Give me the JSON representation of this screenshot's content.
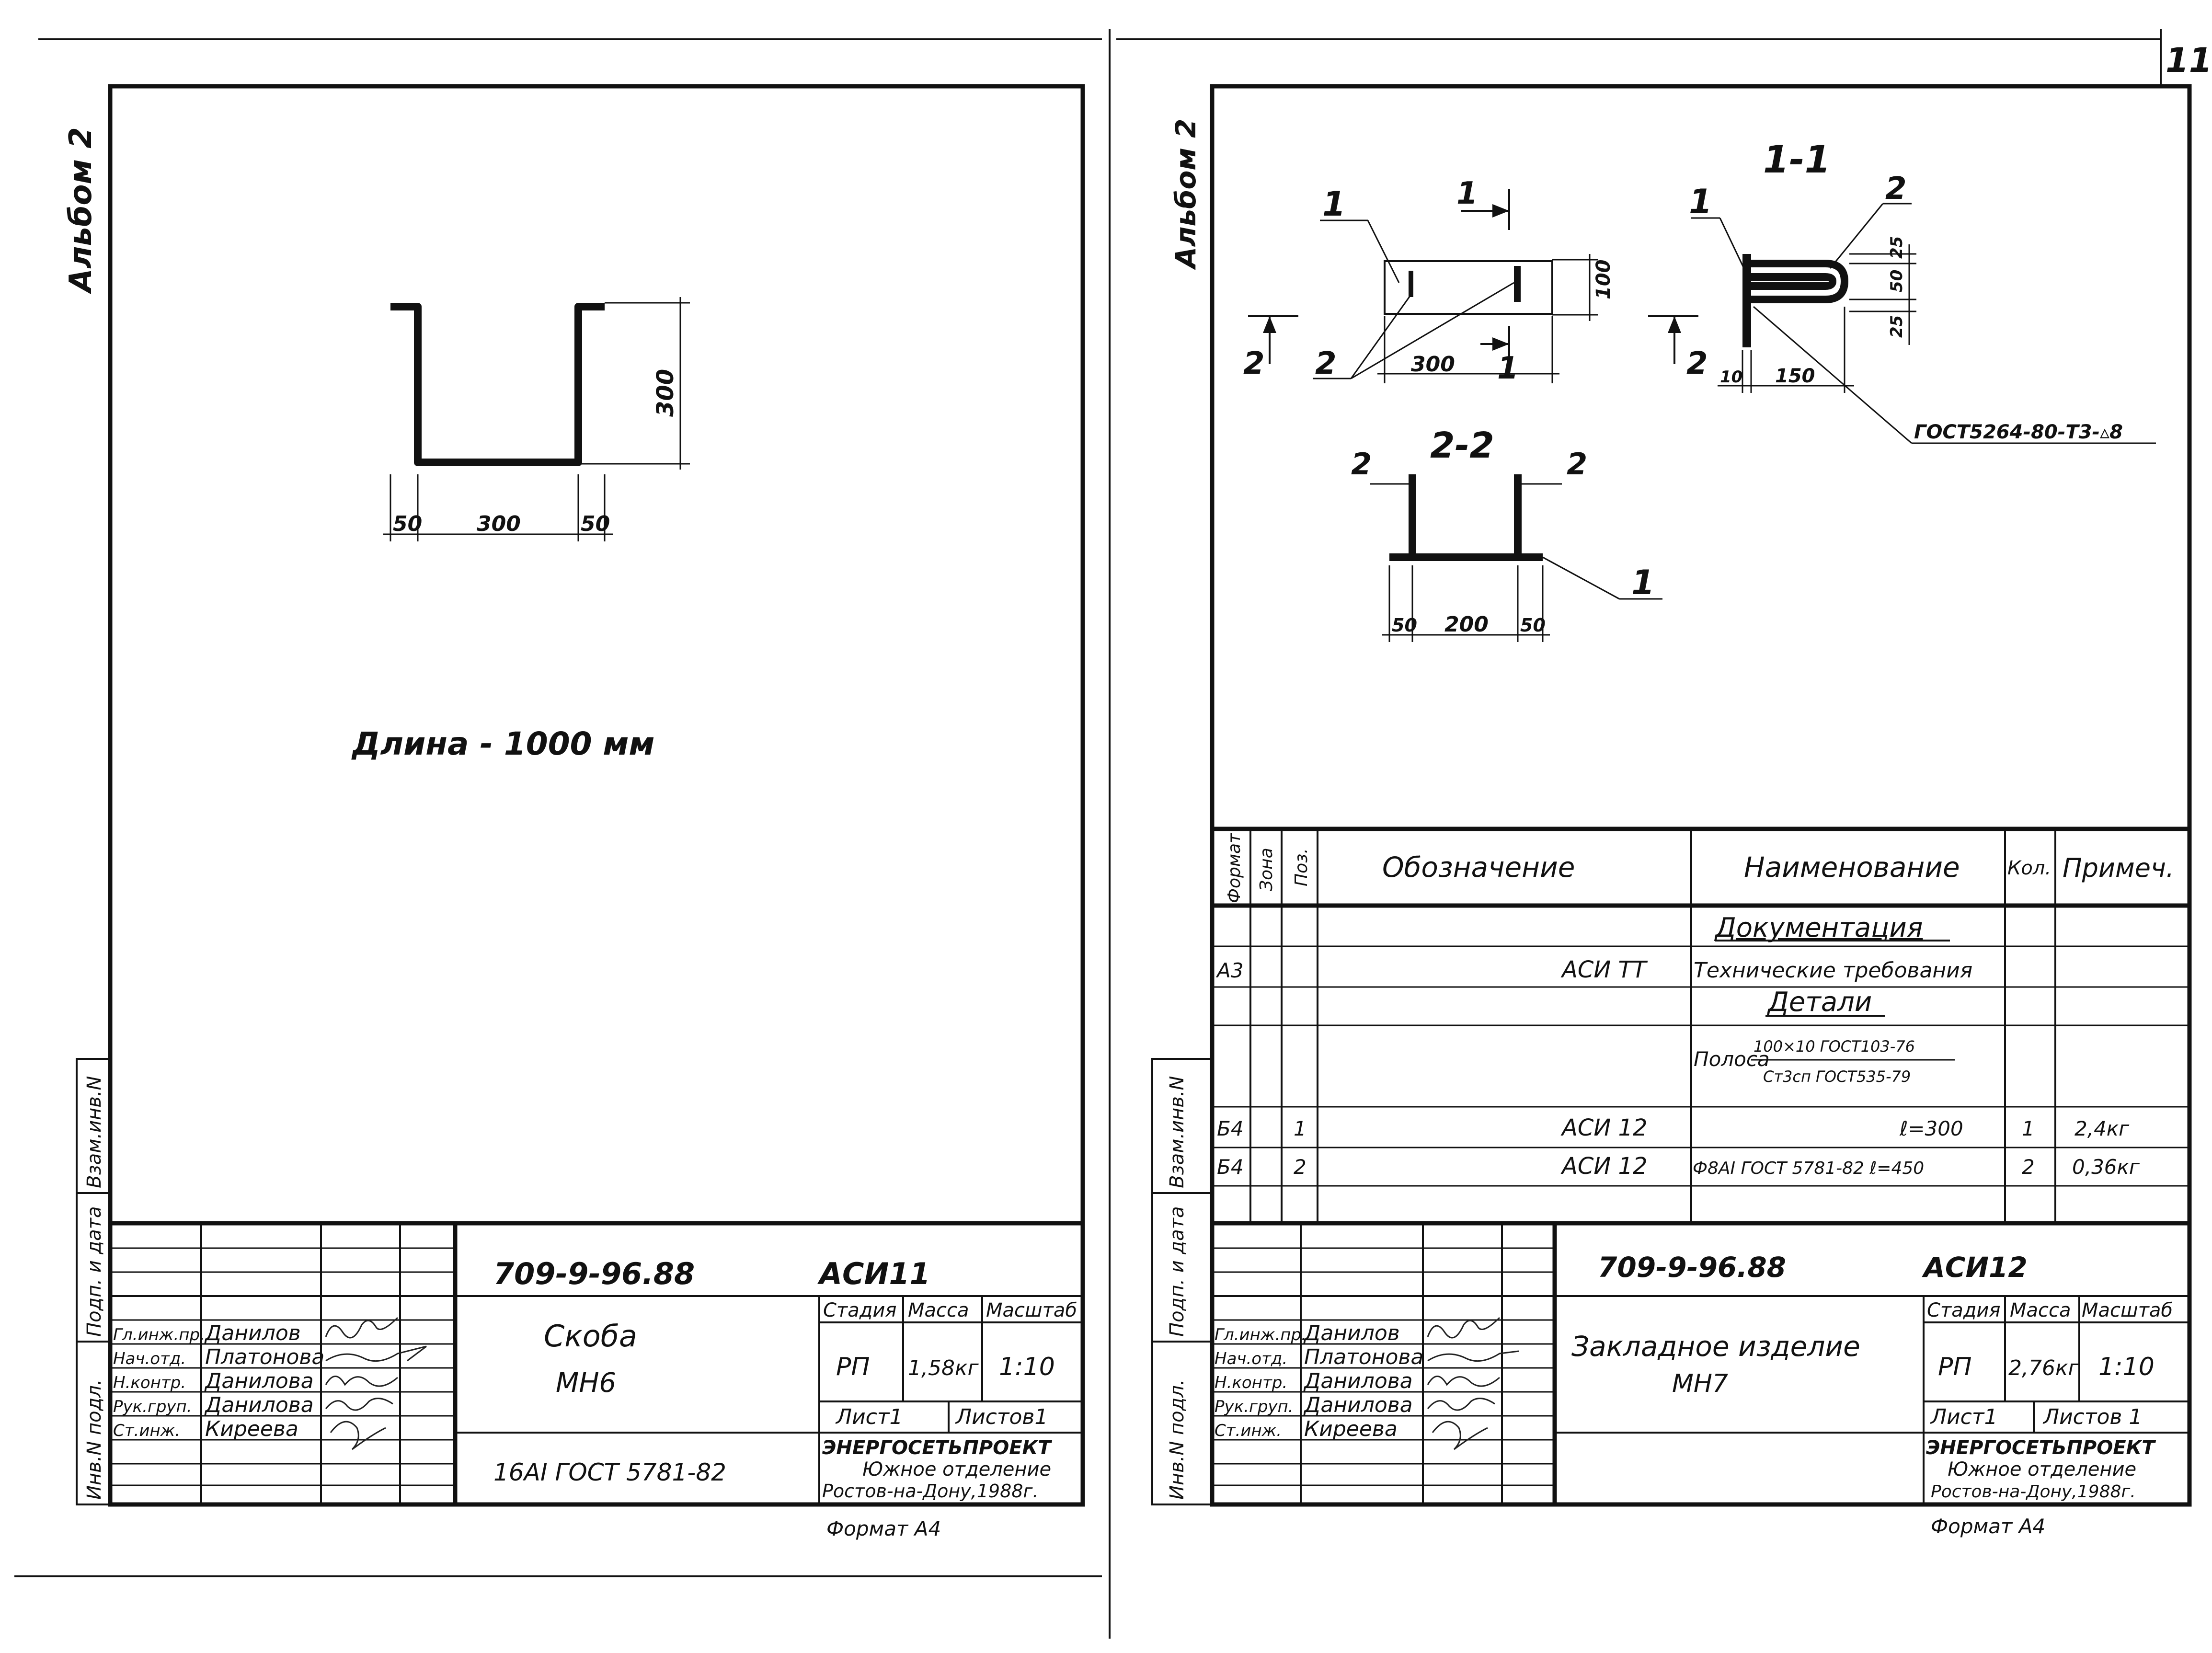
{
  "page_number": "11",
  "left_sheet": {
    "album_label": "Альбом 2",
    "dim_height": "300",
    "dim_flange_left": "50",
    "dim_width": "300",
    "dim_flange_right": "50",
    "length_note": "Длина - 1000 мм",
    "side_stamp": [
      "Инв.N подл.",
      "Подп. и дата",
      "Взам.инв.N"
    ],
    "title_block": {
      "doc_number": "709-9-96.88",
      "doc_code": "АСИ11",
      "name_line1": "Скоба",
      "name_line2": "МН6",
      "material": "16АI ГОСТ 5781-82",
      "stage_header": "Стадия",
      "mass_header": "Масса",
      "scale_header": "Масштаб",
      "stage": "РП",
      "mass": "1,58кг",
      "scale": "1:10",
      "sheet": "Лист1",
      "sheets": "Листов1",
      "org_name": "ЭНЕРГОСЕТЬПРОЕКТ",
      "org_dept": "Южное отделение",
      "org_city": "Ростов-на-Дону,1988г.",
      "format": "Формат А4",
      "staff": [
        {
          "role": "Гл.инж.пр.",
          "name": "Данилов"
        },
        {
          "role": "Нач.отд.",
          "name": "Платонова"
        },
        {
          "role": "Н.контр.",
          "name": "Данилова"
        },
        {
          "role": "Рук.груп.",
          "name": "Данилова"
        },
        {
          "role": "Ст.инж.",
          "name": "Киреева"
        }
      ]
    }
  },
  "right_sheet": {
    "album_label": "Альбом 2",
    "drawing": {
      "section_11": "1-1",
      "section_22": "2-2",
      "cut_mark_1": "1",
      "cut_mark_2": "2",
      "pos_1": "1",
      "pos_2": "2",
      "dim_plan_100": "100",
      "dim_plan_300": "300",
      "dim_11_25a": "25",
      "dim_11_50": "50",
      "dim_11_25b": "25",
      "dim_11_10": "10",
      "dim_11_150": "150",
      "weld_note": "ГОСТ5264-80-Т3-▵8",
      "dim_22_50a": "50",
      "dim_22_200": "200",
      "dim_22_50b": "50"
    },
    "spec": {
      "headers": {
        "format": "Формат",
        "zone": "Зона",
        "pos": "Поз.",
        "designation": "Обозначение",
        "name": "Наименование",
        "qty": "Кол.",
        "note": "Примеч."
      },
      "section_docs": "Документация",
      "row_docs": {
        "format": "А3",
        "designation": "АСИ ТТ",
        "name": "Технические требования"
      },
      "section_parts": "Детали",
      "strip_label": "Полоса",
      "strip_top": "100×10 ГОСТ103-76",
      "strip_bottom": "Ст3сп ГОСТ535-79",
      "rows": [
        {
          "format": "Б4",
          "pos": "1",
          "designation": "АСИ 12",
          "name": "ℓ=300",
          "qty": "1",
          "note": "2,4кг"
        },
        {
          "format": "Б4",
          "pos": "2",
          "designation": "АСИ 12",
          "name": "Ф8АI ГОСТ 5781-82 ℓ=450",
          "qty": "2",
          "note": "0,36кг"
        }
      ]
    },
    "side_stamp": [
      "Инв.N подл.",
      "Подп. и дата",
      "Взам.инв.N"
    ],
    "title_block": {
      "doc_number": "709-9-96.88",
      "doc_code": "АСИ12",
      "name_line1": "Закладное изделие",
      "name_line2": "МН7",
      "stage_header": "Стадия",
      "mass_header": "Масса",
      "scale_header": "Масштаб",
      "stage": "РП",
      "mass": "2,76кг",
      "scale": "1:10",
      "sheet": "Лист1",
      "sheets": "Листов 1",
      "org_name": "ЭНЕРГОСЕТЬПРОЕКТ",
      "org_dept": "Южное отделение",
      "org_city": "Ростов-на-Дону,1988г.",
      "format": "Формат А4",
      "staff": [
        {
          "role": "Гл.инж.пр.",
          "name": "Данилов"
        },
        {
          "role": "Нач.отд.",
          "name": "Платонова"
        },
        {
          "role": "Н.контр.",
          "name": "Данилова"
        },
        {
          "role": "Рук.груп.",
          "name": "Данилова"
        },
        {
          "role": "Ст.инж.",
          "name": "Киреева"
        }
      ]
    }
  }
}
